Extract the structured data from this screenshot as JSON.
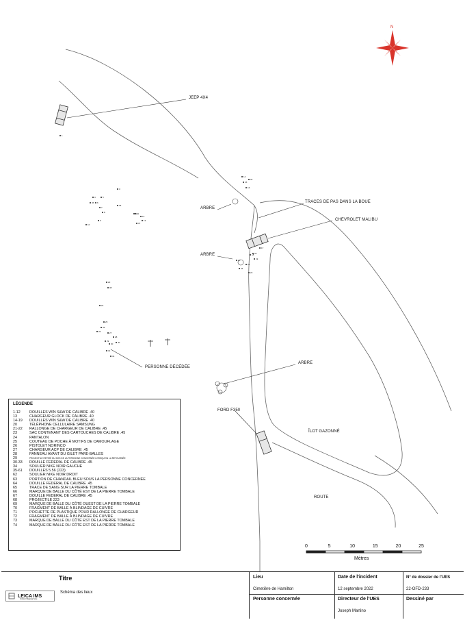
{
  "map": {
    "compass_letter": "N",
    "labels": {
      "jeep": "JEEP 4X4",
      "traces": "TRACES DE PAS DANS LA BOUE",
      "chevrolet": "CHEVROLET MALIBU",
      "arbre_1": "ARBRE",
      "arbre_2": "ARBRE",
      "arbre_3": "ARBRE",
      "personne": "PERSONNE DÉCÉDÉE",
      "ford": "FORD F350",
      "ilot": "ÎLOT GAZONNÉ",
      "route": "ROUTE"
    },
    "evidence_numbers": [
      "1",
      "3",
      "4",
      "5",
      "6",
      "7",
      "8",
      "9",
      "10",
      "11",
      "12",
      "13",
      "14",
      "15",
      "16",
      "17",
      "18",
      "19",
      "20",
      "21",
      "22",
      "23",
      "24",
      "25",
      "26",
      "27",
      "28",
      "29",
      "30",
      "31",
      "32",
      "33",
      "34",
      "35",
      "36",
      "37",
      "38",
      "39",
      "40",
      "41",
      "42"
    ]
  },
  "legend": {
    "title": "LÉGENDE",
    "items": [
      {
        "num": "1-12",
        "text": "DOUILLES WIN S&W DE CALIBRE .40"
      },
      {
        "num": "13",
        "text": "CHARGEUR GLOCK DE CALIBRE .40"
      },
      {
        "num": "14-19",
        "text": "DOUILLES WIN S&W DE CALIBRE .40"
      },
      {
        "num": "20",
        "text": "TÉLÉPHONE CELLULAIRE SAMSUNG"
      },
      {
        "num": "21-22",
        "text": "RALLONGE DE CHARGEUR DE CALIBRE .45"
      },
      {
        "num": "23",
        "text": "SAC CONTENANT DES CARTOUCHES DE CALIBRE .45"
      },
      {
        "num": "24",
        "text": "PANTALON"
      },
      {
        "num": "25",
        "text": "COUTEAU DE POCHE À MOTIFS DE CAMOUFLAGE"
      },
      {
        "num": "26",
        "text": "PISTOLET NORINCO"
      },
      {
        "num": "27",
        "text": "CHARGEUR ACP DE CALIBRE .45"
      },
      {
        "num": "28",
        "text": "PANNEAU AVANT DU GILET PARE-BALLES"
      },
      {
        "num": "29",
        "text": "PROJECTILE RETIRÉ DU DOS DE LA PERSONNE CONCERNÉE LORSQU'ON LA RETOURNÉE"
      },
      {
        "num": "30-33",
        "text": "DOUILLE FEDERAL DE CALIBRE .45"
      },
      {
        "num": "34",
        "text": "SOULIER NIKE NOIR GAUCHE"
      },
      {
        "num": "35-61",
        "text": "DOUILLES 5.56 (223)"
      },
      {
        "num": "62",
        "text": "SOULIER NIKE NOIR DROIT"
      },
      {
        "num": "63",
        "text": "PORTION DE CHANDAIL BLEU SOUS LA PERSONNE CONCERNÉE"
      },
      {
        "num": "64",
        "text": "DOUILLE FEDERAL DE CALIBRE .45"
      },
      {
        "num": "65",
        "text": "TRACE DE SANG SUR LA PIERRE TOMBALE"
      },
      {
        "num": "66",
        "text": "MARQUE DE BALLE DU CÔTÉ EST DE LA PIERRE TOMBALE"
      },
      {
        "num": "67",
        "text": "DOUILLE FEDERAL DE CALIBRE .45"
      },
      {
        "num": "68",
        "text": "PROJECTILE 223"
      },
      {
        "num": "69",
        "text": "MARQUE DE BALLE DU CÔTÉ OUEST DE LA PIERRE TOMBALE"
      },
      {
        "num": "70",
        "text": "FRAGMENT DE BALLE À BLINDAGE DE CUIVRE"
      },
      {
        "num": "71",
        "text": "POCHETTE DE PLASTIQUE POUR RALLONGE DE CHARGEUR"
      },
      {
        "num": "72",
        "text": "FRAGMENT DE BALLE À BLINDAGE DE CUIVRE"
      },
      {
        "num": "73",
        "text": "MARQUE DE BALLE DU CÔTÉ EST DE LA PIERRE TOMBALE"
      },
      {
        "num": "74",
        "text": "MARQUE DE BALLE DU CÔTÉ EST DE LA PIERRE TOMBALE"
      }
    ]
  },
  "scale": {
    "ticks": [
      "0",
      "5",
      "10",
      "15",
      "20",
      "25"
    ],
    "unit": "Mètres"
  },
  "title_block": {
    "logo_text": "LEICA IMS",
    "logo_subtext": "Incident Mapping Suite",
    "titre_label": "Titre",
    "titre_value": "Schéma des lieux",
    "lieu_label": "Lieu",
    "lieu_value": "Cimetière de Hamilton",
    "date_label": "Date de l'incident",
    "date_value": "12 septembre 2022",
    "dossier_label": "N° de dossier de l'UES",
    "dossier_value": "22-OFD-233",
    "personne_label": "Personne concernée",
    "directeur_label": "Directeur de l'UES",
    "directeur_value": "Joseph Martino",
    "dessine_label": "Dessiné par"
  },
  "colors": {
    "compass": "#d9342b",
    "line": "#555555"
  }
}
